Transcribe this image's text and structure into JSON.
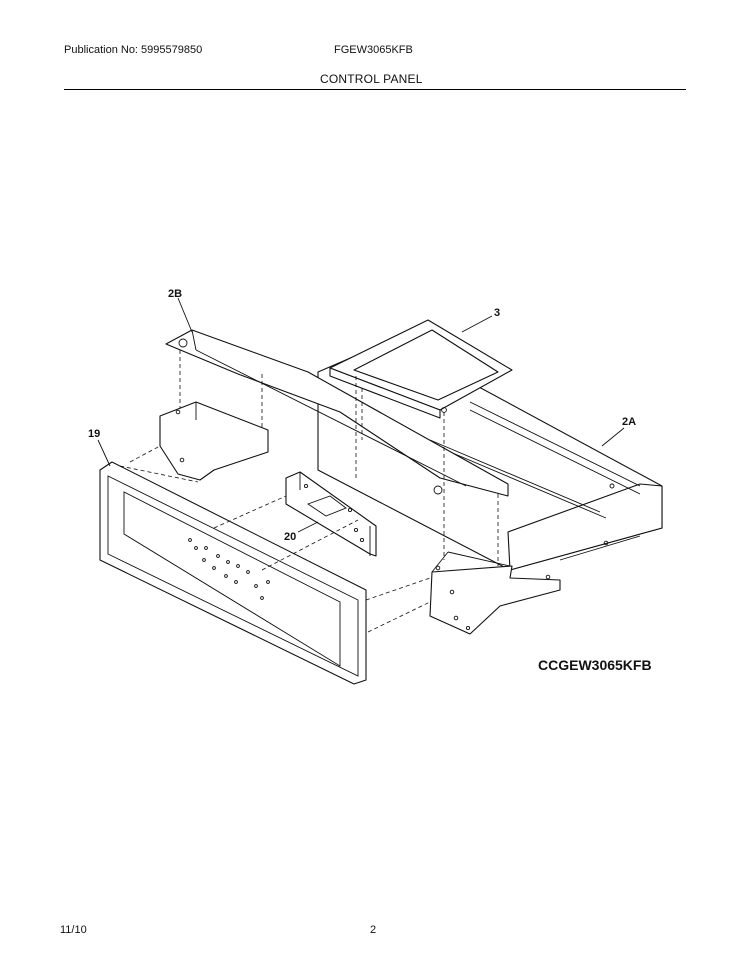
{
  "header": {
    "publication": "Publication No: 5995579850",
    "model": "FGEW3065KFB",
    "section": "CONTROL PANEL"
  },
  "callouts": {
    "part_2b": "2B",
    "part_3": "3",
    "part_2a": "2A",
    "part_19": "19",
    "part_20": "20"
  },
  "figure_code": "CCGEW3065KFB",
  "footer": {
    "date": "11/10",
    "page": "2"
  }
}
